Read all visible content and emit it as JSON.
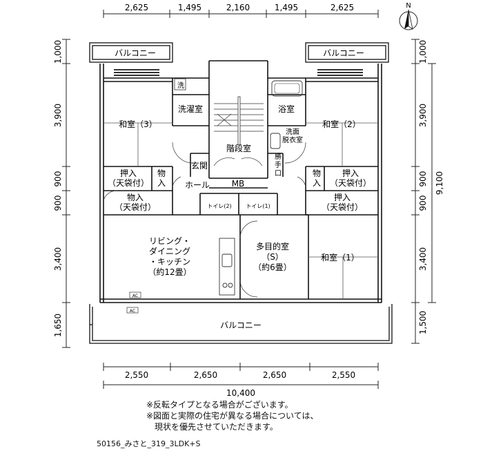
{
  "top_dims": [
    "2,625",
    "1,495",
    "2,160",
    "1,495",
    "2,625"
  ],
  "bottom_dims": [
    "2,550",
    "2,650",
    "2,650",
    "2,550"
  ],
  "bottom_total": "10,400",
  "left_dims": [
    "1,000",
    "3,900",
    "900",
    "900",
    "3,400",
    "1,650"
  ],
  "right_dims": [
    "1,000",
    "3,900",
    "900",
    "900",
    "3,400",
    "1,500"
  ],
  "right_total": "9,100",
  "north_label": "N",
  "rooms": {
    "balcony_top_left": "バルコニー",
    "balcony_top_right": "バルコニー",
    "balcony_bottom": "バルコニー",
    "washer_icon": "洗",
    "laundry": "洗濯室",
    "bath": "浴室",
    "washroom_1": "洗面",
    "washroom_2": "脱衣室",
    "washitsu_3": "和室（3）",
    "washitsu_2": "和室（2）",
    "washitsu_1": "和室（1）",
    "stairs": "階段室",
    "entrance": "玄関",
    "katteguchi_1": "勝",
    "katteguchi_2": "手",
    "katteguchi_3": "口",
    "hall": "ホール",
    "mb": "MB",
    "oshiire": "押入",
    "tenbukuro": "（天袋付）",
    "monoire": "物入",
    "mono_1": "物",
    "mono_2": "入",
    "toilet_2": "トイレ(2)",
    "toilet_1": "トイレ(1)",
    "living_1": "リビング・",
    "living_2": "ダイニング",
    "living_3": "・キッチン",
    "living_4": "（約12畳）",
    "multi_1": "多目的室",
    "multi_2": "（S）",
    "multi_3": "（約6畳）",
    "ac": "AC"
  },
  "notes": [
    "※反転タイプとなる場合がございます。",
    "※図面と実際の住宅が異なる場合については、",
    "　現状を優先させていただきます。"
  ],
  "plan_code": "50156_みさと_319_3LDK+S"
}
